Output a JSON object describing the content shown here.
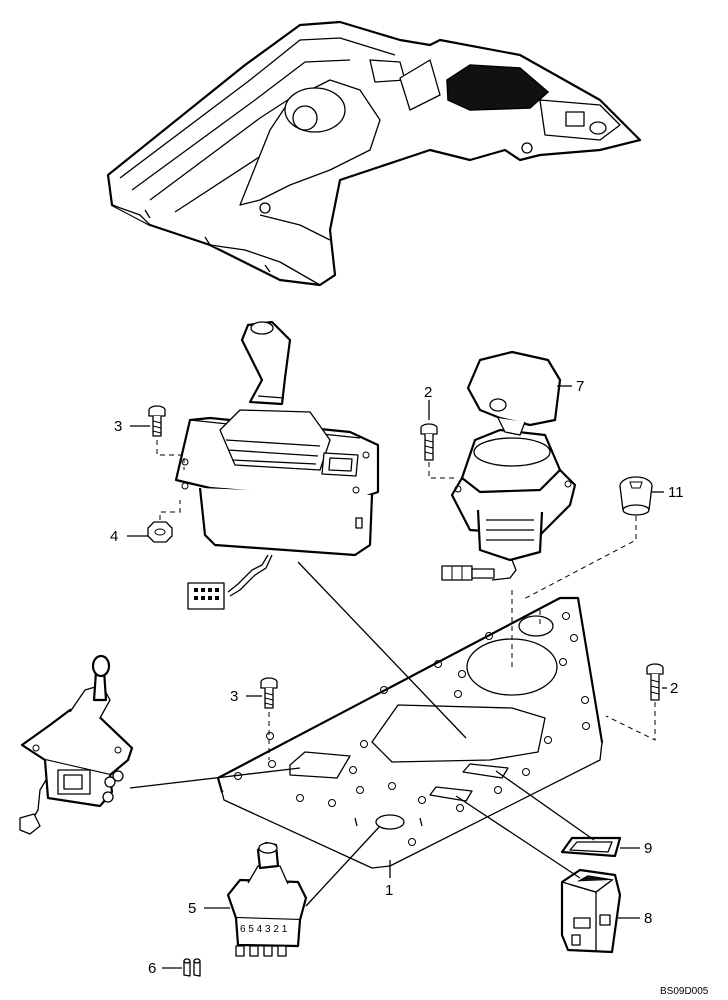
{
  "diagram": {
    "reference_code": "BS09D005",
    "callouts": [
      {
        "id": "callout-1",
        "text": "1"
      },
      {
        "id": "callout-2a",
        "text": "2"
      },
      {
        "id": "callout-2b",
        "text": "2"
      },
      {
        "id": "callout-3a",
        "text": "3"
      },
      {
        "id": "callout-3b",
        "text": "3"
      },
      {
        "id": "callout-4",
        "text": "4"
      },
      {
        "id": "callout-5",
        "text": "5"
      },
      {
        "id": "callout-6",
        "text": "6"
      },
      {
        "id": "callout-7",
        "text": "7"
      },
      {
        "id": "callout-8",
        "text": "8"
      },
      {
        "id": "callout-9",
        "text": "9"
      },
      {
        "id": "callout-11",
        "text": "11"
      }
    ],
    "switch_pin_text": "6 5 4 3 2 1"
  }
}
